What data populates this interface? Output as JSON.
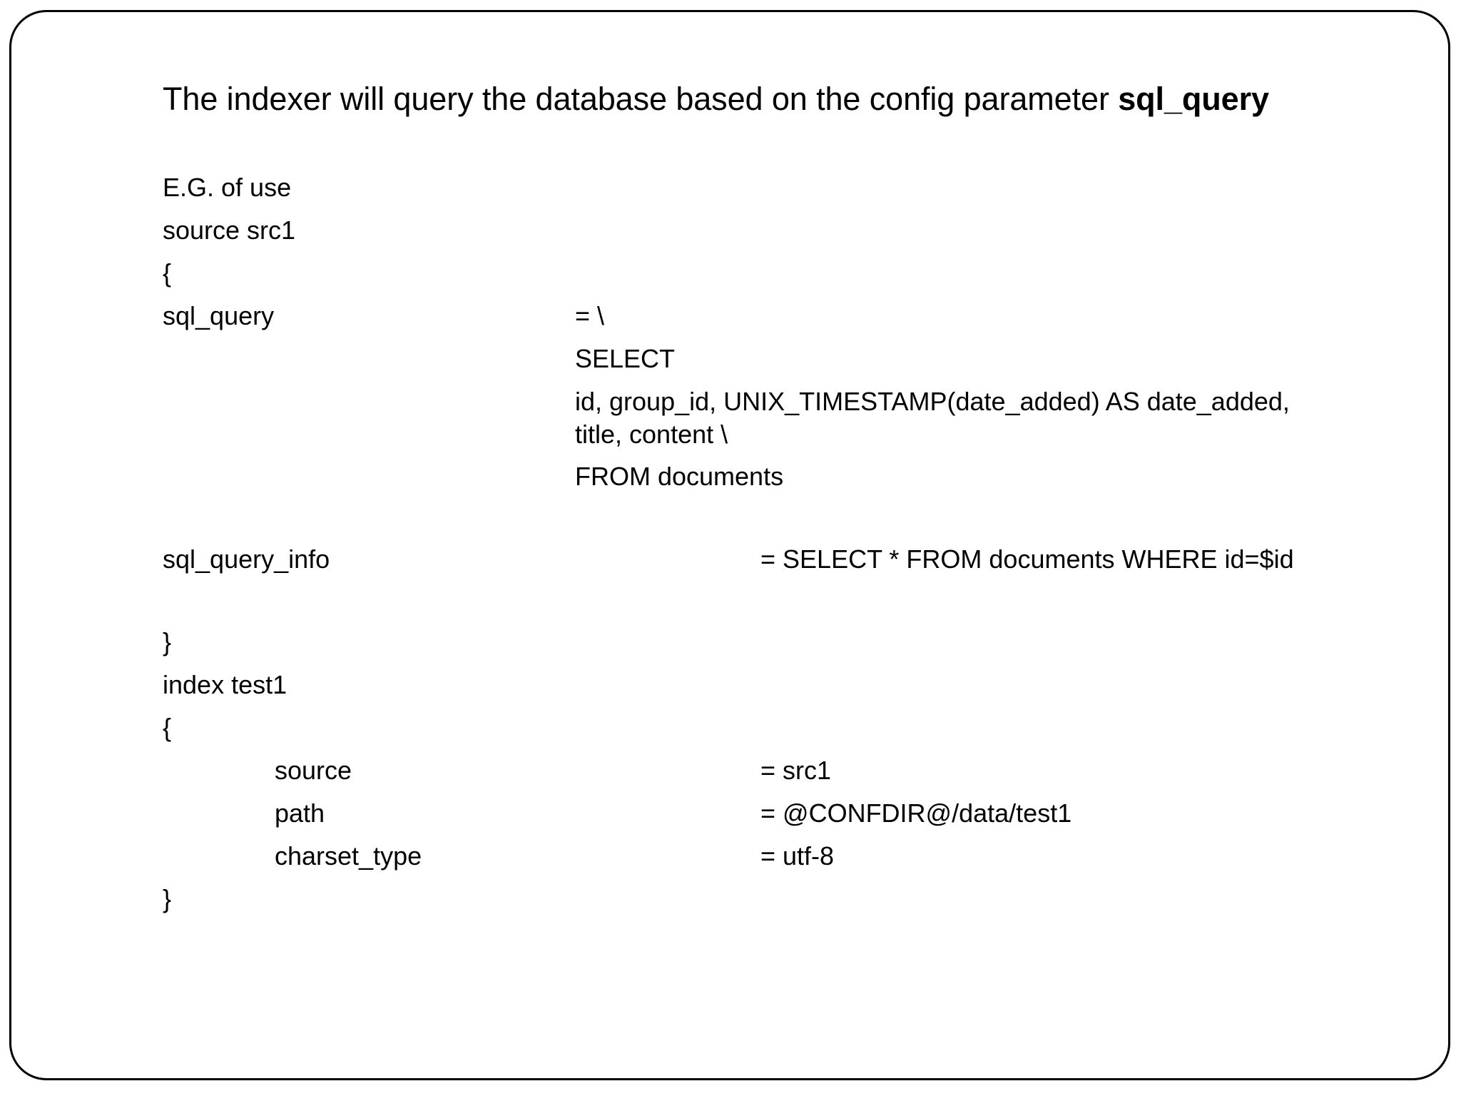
{
  "slide": {
    "title": {
      "line1_prefix": "The indexer will query the database based on the config parameter ",
      "param": "sql_query"
    },
    "lines": {
      "eg_of_use": "E.G. of use",
      "source_decl": "source src1",
      "open_brace_1": "{",
      "sql_query_key": "sql_query",
      "sql_query_val": "= \\",
      "select_kw": "SELECT",
      "select_fields_line1": "id, group_id, UNIX_TIMESTAMP(date_added) AS date_added,",
      "select_fields_line2": "title, content \\",
      "from_clause": "FROM documents",
      "sql_query_info_key": "sql_query_info",
      "sql_query_info_val": "= SELECT * FROM documents WHERE id=$id",
      "close_brace_1": "}",
      "index_decl": "index test1",
      "open_brace_2": "{",
      "source_key": "source",
      "source_val": "= src1",
      "path_key": "path",
      "path_val": "= @CONFDIR@/data/test1",
      "charset_key": "charset_type",
      "charset_val": "= utf-8",
      "close_brace_2": "}"
    }
  },
  "colors": {
    "background": "#ffffff",
    "text": "#000000",
    "border": "#000000"
  }
}
